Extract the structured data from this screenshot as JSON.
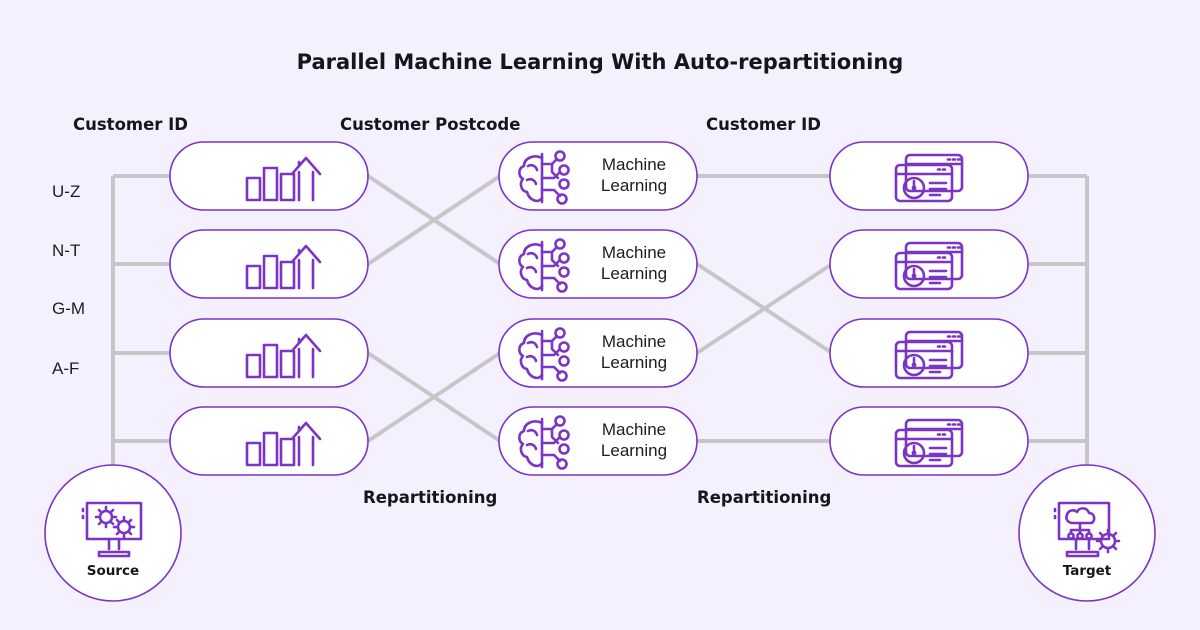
{
  "theme": {
    "background": "#f4f0fd",
    "accent": "#7b34c4",
    "connector": "#c6c6c6",
    "node_fill": "#ffffff",
    "text": "#15151b"
  },
  "title": "Parallel Machine Learning With Auto-repartitioning",
  "column_headers": [
    {
      "label": "Customer ID"
    },
    {
      "label": "Customer Postcode"
    },
    {
      "label": "Customer ID"
    }
  ],
  "partition_labels": [
    {
      "label": "U-Z"
    },
    {
      "label": "N-T"
    },
    {
      "label": "G-M"
    },
    {
      "label": "A-F"
    }
  ],
  "repartition_labels": [
    {
      "label": "Repartitioning"
    },
    {
      "label": "Repartitioning"
    }
  ],
  "endpoints": {
    "source": {
      "label": "Source",
      "icon": "monitor-gears-icon"
    },
    "target": {
      "label": "Target",
      "icon": "monitor-cloud-gear-icon"
    }
  },
  "columns": {
    "ingest": {
      "icon": "bar-chart-arrow-up-icon",
      "nodes": [
        {
          "id": "ingest-1"
        },
        {
          "id": "ingest-2"
        },
        {
          "id": "ingest-3"
        },
        {
          "id": "ingest-4"
        }
      ]
    },
    "ml": {
      "icon": "ai-brain-circuit-icon",
      "nodes": [
        {
          "id": "ml-1",
          "line1": "Machine",
          "line2": "Learning"
        },
        {
          "id": "ml-2",
          "line1": "Machine",
          "line2": "Learning"
        },
        {
          "id": "ml-3",
          "line1": "Machine",
          "line2": "Learning"
        },
        {
          "id": "ml-4",
          "line1": "Machine",
          "line2": "Learning"
        }
      ]
    },
    "output": {
      "icon": "dashboard-windows-gauge-icon",
      "nodes": [
        {
          "id": "output-1"
        },
        {
          "id": "output-2"
        },
        {
          "id": "output-3"
        },
        {
          "id": "output-4"
        }
      ]
    }
  },
  "connections": {
    "source_bus_to_ingest": [
      1,
      2,
      3,
      4
    ],
    "ingest_to_ml": [
      {
        "from": 1,
        "to": 2
      },
      {
        "from": 2,
        "to": 1
      },
      {
        "from": 3,
        "to": 4
      },
      {
        "from": 4,
        "to": 3
      }
    ],
    "ml_to_output": [
      {
        "from": 1,
        "to": 1
      },
      {
        "from": 2,
        "to": 3
      },
      {
        "from": 3,
        "to": 2
      },
      {
        "from": 4,
        "to": 4
      }
    ],
    "output_to_target_bus": [
      1,
      2,
      3,
      4
    ]
  }
}
